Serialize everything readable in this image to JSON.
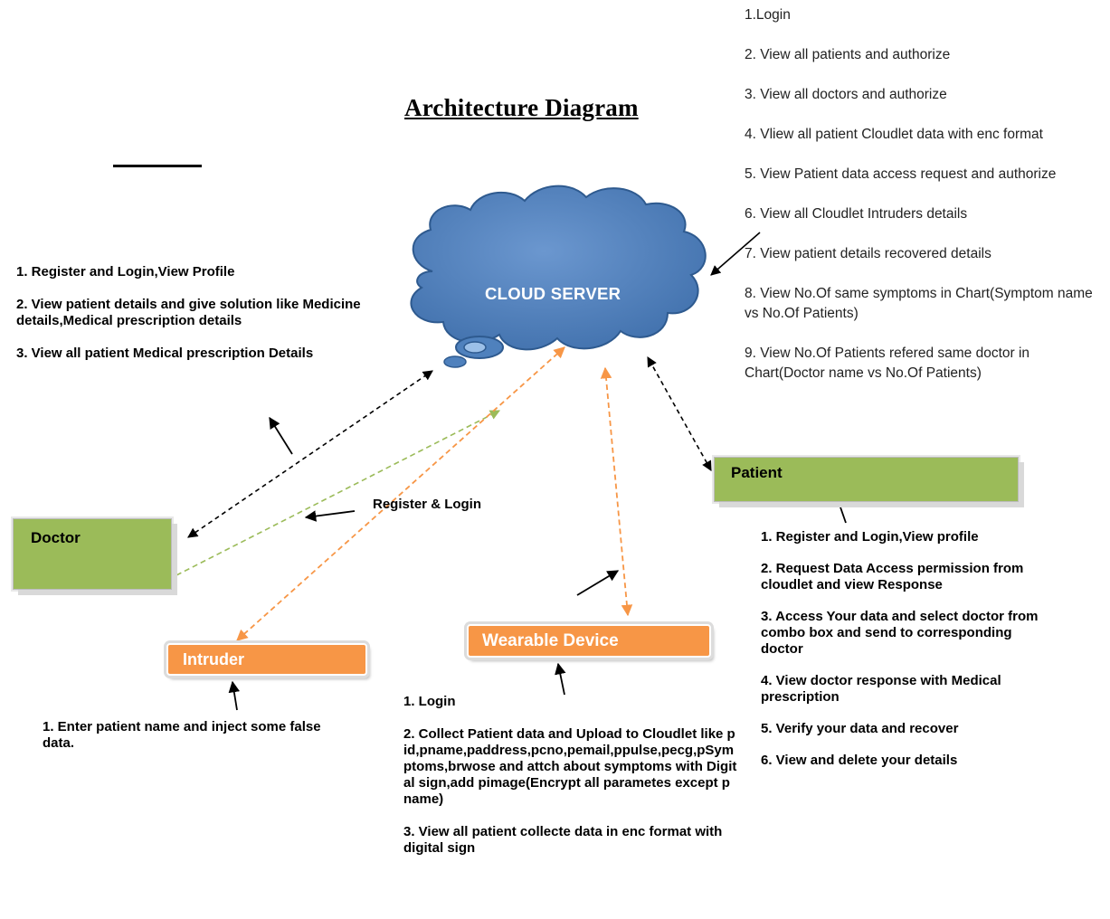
{
  "title": "Architecture Diagram",
  "cloud": {
    "label": "CLOUD SERVER"
  },
  "admin_items": [
    "1.Login",
    "2. View all patients and authorize",
    "3. View all doctors and authorize",
    "4. Vliew all patient Cloudlet data with enc format",
    "5. View Patient data access request and authorize",
    "6. View all Cloudlet Intruders details",
    "7. View patient details recovered details",
    "8. View No.Of same symptoms in Chart(Symptom name vs  No.Of Patients)",
    "9. View No.Of Patients refered same doctor in Chart(Doctor name vs  No.Of Patients)"
  ],
  "doctor": {
    "label": "Doctor",
    "items": [
      "1. Register and Login,View Profile",
      "2. View patient details and give solution like Medicine details,Medical prescription details",
      "3. View all patient Medical prescription Details"
    ]
  },
  "patient": {
    "label": "Patient",
    "items": [
      "1. Register and Login,View profile",
      "2. Request Data Access permission from cloudlet and view Response",
      "3. Access Your data and select doctor from combo box and send to corresponding doctor",
      "4. View doctor response with Medical prescription",
      "5. Verify your data and recover",
      "6. View and delete your details"
    ]
  },
  "wearable": {
    "label": "Wearable Device",
    "items": [
      "1. Login",
      "2. Collect Patient data and Upload to Cloudlet like pid,pname,paddress,pcno,pemail,ppulse,pecg,pSymptoms,brwose and attch about symptoms with Digital sign,add pimage(Encrypt all parametes except pname)",
      "3. View all patient collecte data in enc format with digital sign"
    ]
  },
  "intruder": {
    "label": "Intruder",
    "items": [
      "1. Enter patient name and inject some false data."
    ]
  },
  "register_login_label": "Register & Login",
  "colors": {
    "cloud_fill": "#4f81bd",
    "green_box": "#9bbb59",
    "orange_box": "#f79646",
    "dashed_green": "#9bbb59",
    "dashed_orange": "#f79646"
  }
}
